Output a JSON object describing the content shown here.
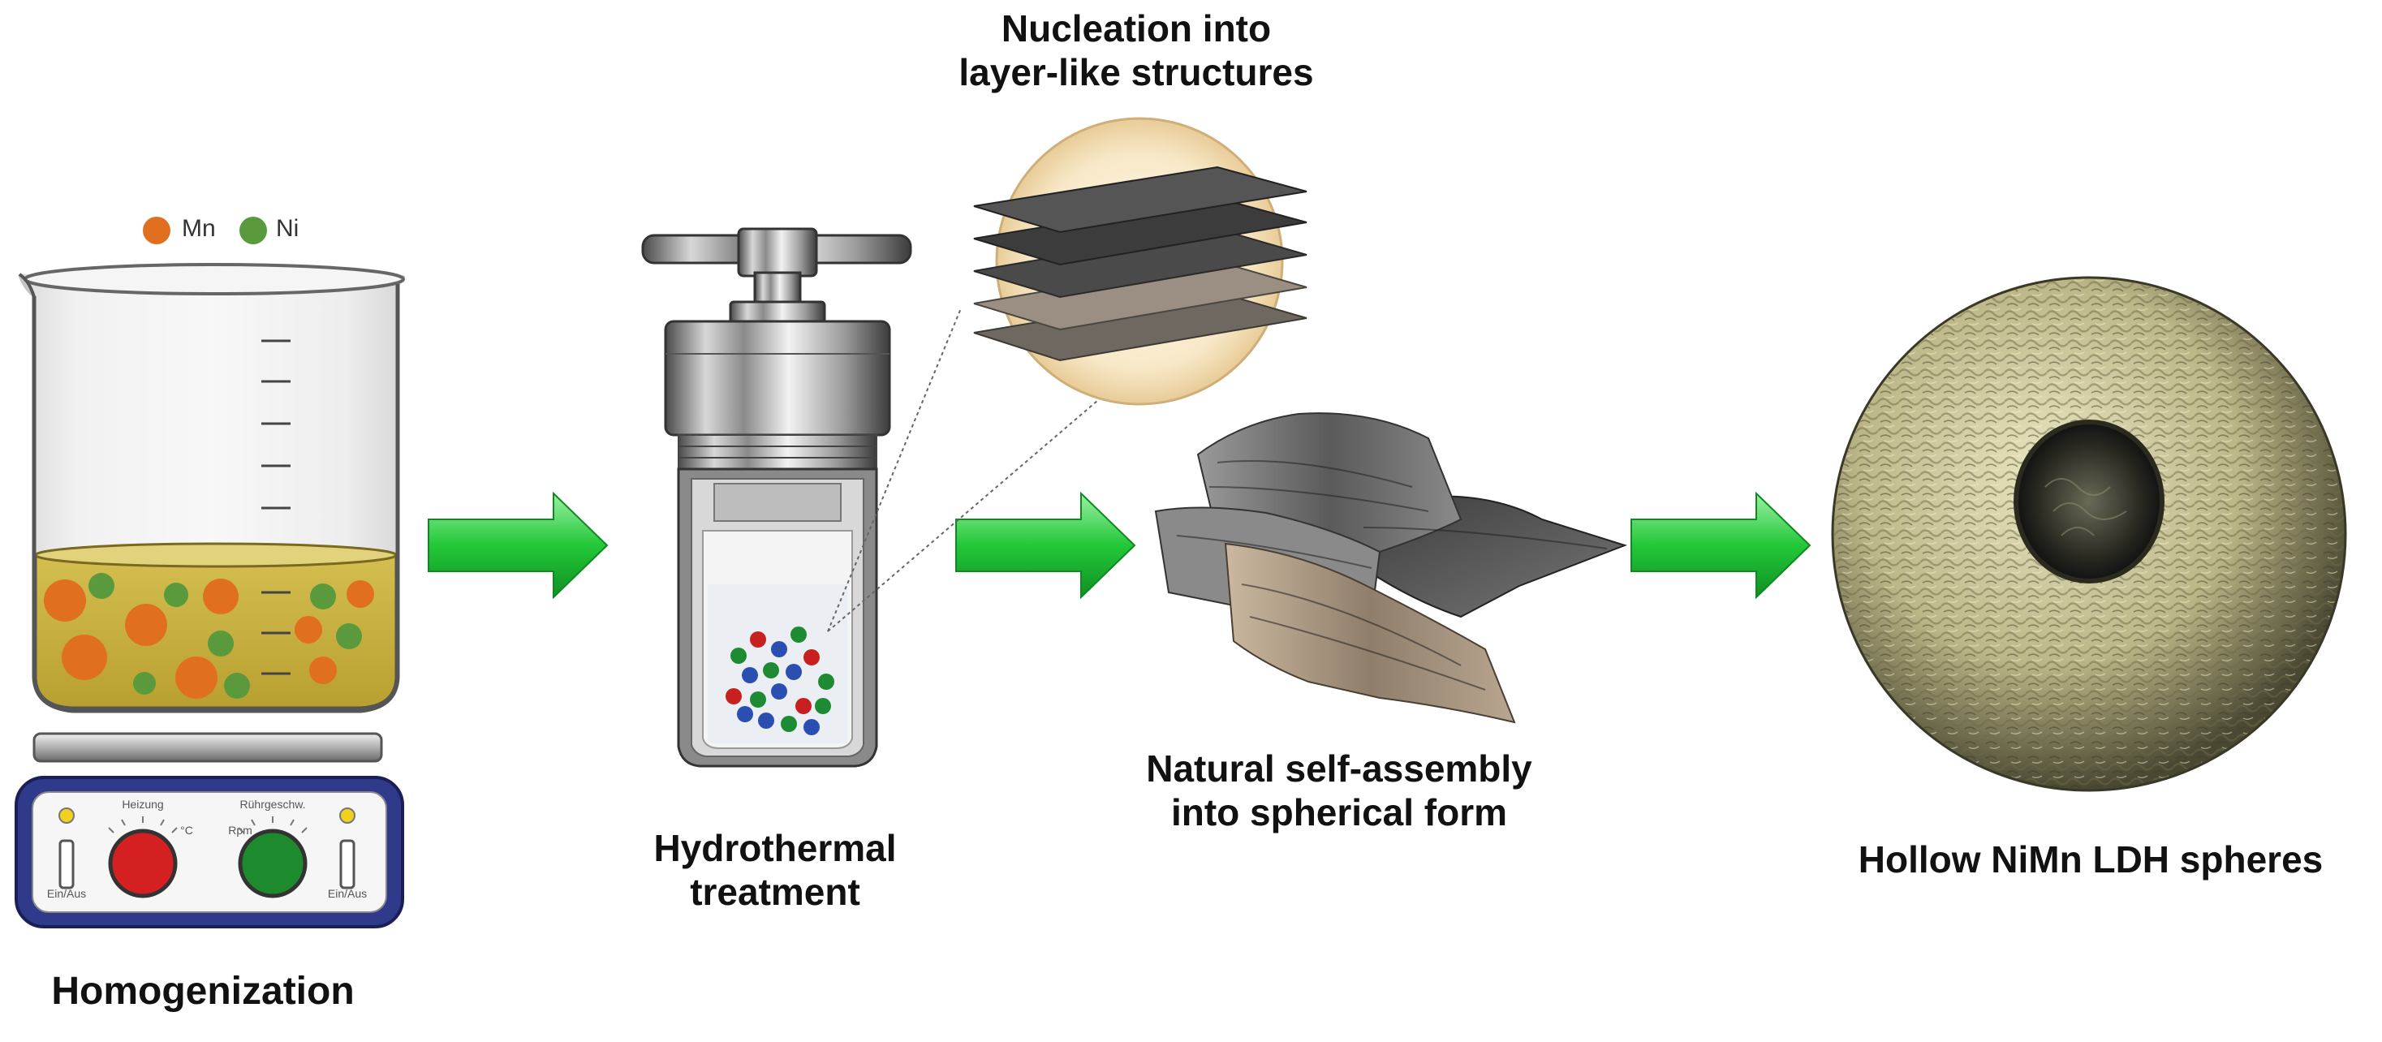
{
  "legend": {
    "mn_label": "Mn",
    "ni_label": "Ni",
    "mn_color": "#E07020",
    "ni_color": "#5A9A3C"
  },
  "stirrer": {
    "left_dial_label": "Heizung",
    "right_dial_label": "Rührgeschw.",
    "unit_c": "°C",
    "unit_rpm": "Rpm",
    "switch_label": "Ein/Aus",
    "left_dial_color": "#D42020",
    "right_dial_color": "#1E8A2E"
  },
  "steps": {
    "homogenization": "Homogenization",
    "hydrothermal_line1": "Hydrothermal",
    "hydrothermal_line2": "treatment",
    "nucleation_line1": "Nucleation into",
    "nucleation_line2": "layer-like structures",
    "assembly_line1": "Natural self-assembly",
    "assembly_line2": "into spherical form",
    "spheres": "Hollow NiMn LDH spheres"
  },
  "colors": {
    "arrow": "#22C838",
    "solution": "#C9B13C",
    "sphere": "#C8C394"
  }
}
